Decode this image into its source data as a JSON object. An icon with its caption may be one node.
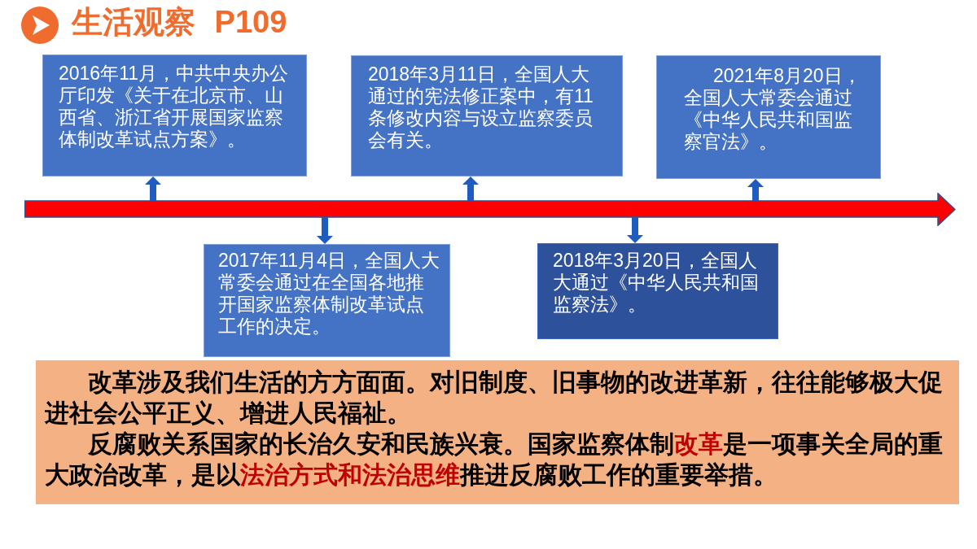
{
  "diagram": {
    "title": "生活观察 P109",
    "nodes": [
      {
        "text": [
          "2016年11月，中共中央办公厅印发《关于在北京市、山西省、浙江省开展国家监察体制改革试点方案》。"
        ]
      },
      {
        "text": [
          "2018年3月11日，全国人大通过的宪法修正案中，有11条修改内容与设立监察委员会有关。"
        ]
      },
      {
        "text": [
          "2021年8月20日，全国人大常委会通过《中华人民共和国监察官法》。"
        ]
      },
      {
        "text": [],
        "shape": "arrow"
      },
      {
        "text": [
          "2017年11月4日，全国人大常委会通过在全国各地推开国家监察体制改革试点工作的决定。"
        ]
      },
      {
        "text": [
          "2018年3月20日，全国人大通过《中华人民共和国监察法》。"
        ]
      },
      {
        "text": [
          "改革涉及我们生活的方方面面。对旧制度、旧事物的改进革新，往往能够极大促进社会公平正义、增进人民福祉。",
          "反腐败关系国家的长治久安和民族兴衰。国家监察体制**改革**是一项事关全局的重大政治改革，是以**法治方式和法治思维**推进反腐败工作的重要举措。"
        ]
      }
    ],
    "edges": [
      {
        "from": 3,
        "to": 0,
        "arrow": "to"
      },
      {
        "from": 3,
        "to": 4,
        "arrow": "to"
      },
      {
        "from": 3,
        "to": 1,
        "arrow": "to"
      },
      {
        "from": 3,
        "to": 5,
        "arrow": "to"
      },
      {
        "from": 3,
        "to": 2,
        "arrow": "to"
      }
    ]
  }
}
